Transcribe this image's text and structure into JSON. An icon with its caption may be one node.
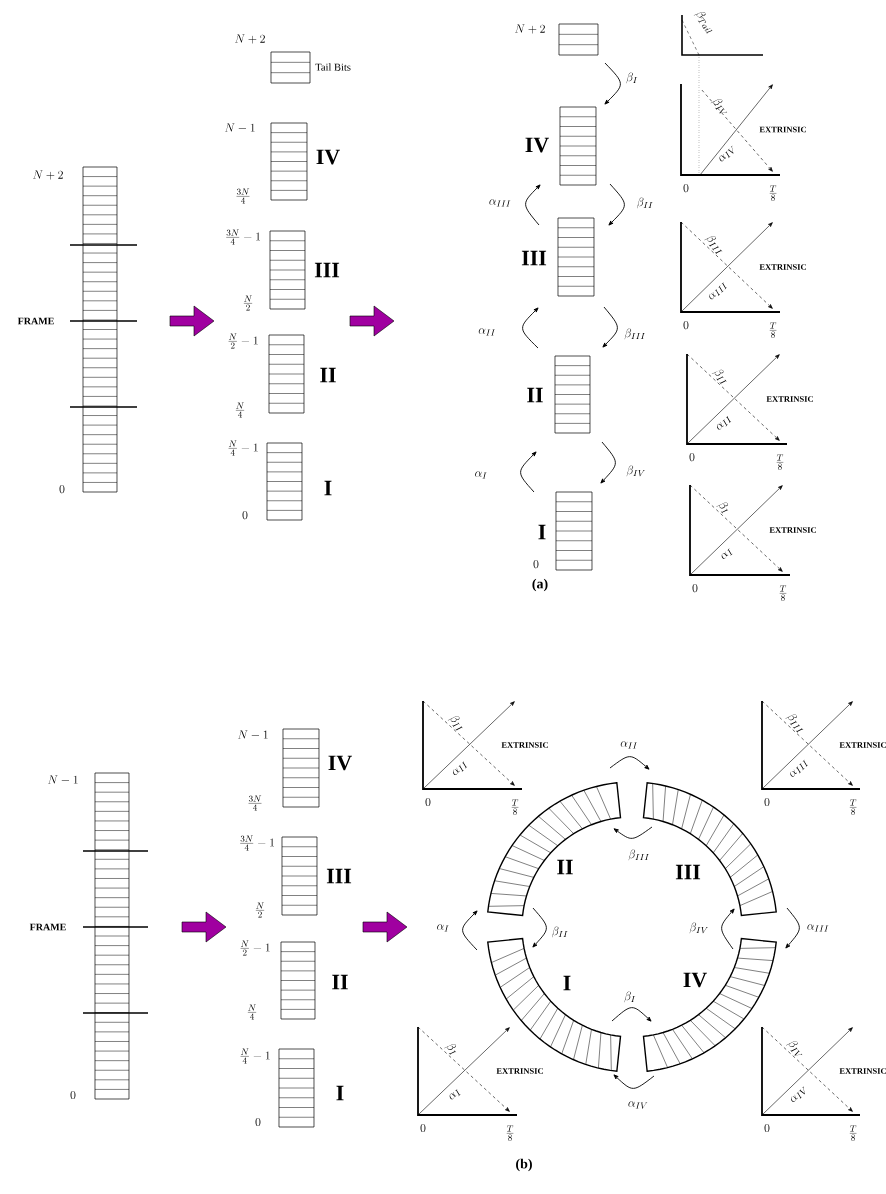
{
  "diagram": {
    "nodes": [
      {
        "text": [
          "FRAME"
        ],
        "beside": [
          "N+2",
          "0"
        ]
      },
      {
        "text": [
          "Tail Bits"
        ],
        "beside": [
          "N+2"
        ]
      },
      {
        "text": [
          "IV"
        ],
        "beside": [
          "N-1",
          "\\frac{3N}{4}"
        ]
      },
      {
        "text": [
          "III"
        ],
        "beside": [
          "\\frac{3N}{4}-1",
          "\\frac{N}{2}"
        ]
      },
      {
        "text": [
          "II"
        ],
        "beside": [
          "\\frac{N}{2}-1",
          "\\frac{N}{4}"
        ]
      },
      {
        "text": [
          "I"
        ],
        "beside": [
          "\\frac{N}{4}-1",
          "0"
        ]
      },
      {
        "text": [],
        "shape": "box",
        "beside": [
          "N+2"
        ]
      },
      {
        "text": [
          "IV"
        ]
      },
      {
        "text": [
          "III"
        ]
      },
      {
        "text": [
          "II"
        ]
      },
      {
        "text": [
          "I"
        ],
        "beside": [
          "0"
        ]
      },
      {
        "text": [
          "FRAME"
        ],
        "beside": [
          "N-1",
          "0"
        ]
      },
      {
        "text": [
          "IV"
        ],
        "beside": [
          "N-1",
          "\\frac{3N}{4}"
        ]
      },
      {
        "text": [
          "III"
        ],
        "beside": [
          "\\frac{3N}{4}-1",
          "\\frac{N}{2}"
        ]
      },
      {
        "text": [
          "II"
        ],
        "beside": [
          "\\frac{N}{2}-1",
          "\\frac{N}{4}"
        ]
      },
      {
        "text": [
          "I"
        ],
        "beside": [
          "\\frac{N}{4}-1",
          "0"
        ]
      },
      {
        "text": [
          "II"
        ]
      },
      {
        "text": [
          "III"
        ]
      },
      {
        "text": [
          "I"
        ]
      },
      {
        "text": [
          "IV"
        ]
      }
    ],
    "edges": [
      {
        "from": 6,
        "to": 7,
        "arrow": "to",
        "label": "\\beta_{I}"
      },
      {
        "from": 8,
        "to": 7,
        "arrow": "to",
        "label": "\\alpha_{III}"
      },
      {
        "from": 7,
        "to": 8,
        "arrow": "to",
        "label": "\\beta_{II}"
      },
      {
        "from": 9,
        "to": 8,
        "arrow": "to",
        "label": "\\alpha_{II}"
      },
      {
        "from": 8,
        "to": 9,
        "arrow": "to",
        "label": "\\beta_{III}"
      },
      {
        "from": 10,
        "to": 9,
        "arrow": "to",
        "label": "\\alpha_{I}"
      },
      {
        "from": 9,
        "to": 10,
        "arrow": "to",
        "label": "\\beta_{IV}"
      },
      {
        "from": 16,
        "to": 17,
        "arrow": "to",
        "label": "\\alpha_{II}"
      },
      {
        "from": 17,
        "to": 16,
        "arrow": "to",
        "label": "\\beta_{III}"
      },
      {
        "from": 18,
        "to": 16,
        "arrow": "to",
        "label": "\\alpha_{I}"
      },
      {
        "from": 16,
        "to": 18,
        "arrow": "to",
        "label": "\\beta_{II}"
      },
      {
        "from": 19,
        "to": 17,
        "arrow": "to",
        "label": "\\beta_{IV}"
      },
      {
        "from": 17,
        "to": 19,
        "arrow": "to",
        "label": "\\alpha_{III}"
      },
      {
        "from": 18,
        "to": 19,
        "arrow": "to",
        "label": "\\beta_{I}"
      },
      {
        "from": 19,
        "to": 18,
        "arrow": "to",
        "label": "\\alpha_{IV}"
      }
    ],
    "labels": [
      "\\beta_{Tail}",
      "\\beta_{IV}",
      "\\alpha_{IV}",
      "EXTRINSIC",
      "0",
      "\\frac{T}{8}",
      "\\beta_{III}",
      "\\alpha_{III}",
      "EXTRINSIC",
      "0",
      "\\frac{T}{8}",
      "\\beta_{II}",
      "\\alpha_{II}",
      "EXTRINSIC",
      "0",
      "\\frac{T}{8}",
      "\\beta_{I}",
      "\\alpha_{I}",
      "EXTRINSIC",
      "0",
      "\\frac{T}{8}",
      "(a)",
      "\\beta_{II}",
      "\\alpha_{II}",
      "EXTRINSIC",
      "0",
      "\\frac{T}{8}",
      "\\beta_{III}",
      "\\alpha_{III}",
      "EXTRINSIC",
      "0",
      "\\frac{T}{8}",
      "\\beta_{I}",
      "\\alpha_{I}",
      "EXTRINSIC",
      "0",
      "\\frac{T}{8}",
      "\\beta_{IV}",
      "\\alpha_{IV}",
      "EXTRINSIC",
      "0",
      "\\frac{T}{8}",
      "(b)"
    ]
  }
}
